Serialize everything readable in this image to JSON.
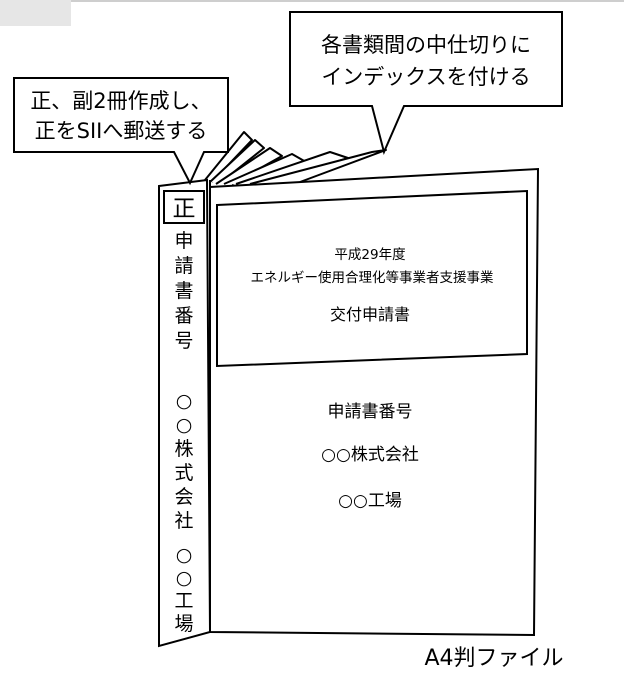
{
  "callouts": {
    "copies_line1": "正、副2冊作成し、",
    "copies_line2": "正をSIIへ郵送する",
    "index_line1": "各書類間の中仕切りに",
    "index_line2": "インデックスを付ける"
  },
  "spine": {
    "badge": "正",
    "application_number_chars": [
      "申",
      "請",
      "書",
      "番",
      "号"
    ],
    "company_chars": [
      "○",
      "○",
      "株",
      "式",
      "会",
      "社"
    ],
    "factory_chars": [
      "○",
      "○",
      "工",
      "場"
    ]
  },
  "cover": {
    "label_line1": "平成29年度",
    "label_line2": "エネルギー使用合理化等事業者支援事業",
    "label_line3": "交付申請書",
    "application_number": "申請書番号",
    "company": "○○株式会社",
    "factory": "○○工場"
  },
  "file_size_caption": "A4判ファイル"
}
